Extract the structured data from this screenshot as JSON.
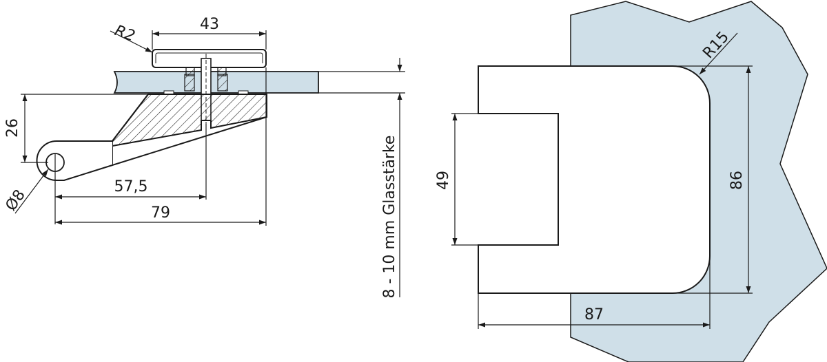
{
  "colors": {
    "line": "#1a1a1a",
    "glass": "#cfdfe8",
    "background": "#ffffff",
    "hatch": "#1a1a1a"
  },
  "side_view": {
    "dim_width_top": "43",
    "dim_radius_cap": "R2",
    "dim_height": "26",
    "dim_hole_diameter": "Ø8",
    "dim_to_bolt": "57,5",
    "dim_total_length": "79",
    "glass_thickness_label": "8 - 10 mm Glasstärke"
  },
  "front_view": {
    "dim_corner_radius": "R15",
    "dim_inner_height": "49",
    "dim_total_height": "86",
    "dim_total_width": "87"
  }
}
